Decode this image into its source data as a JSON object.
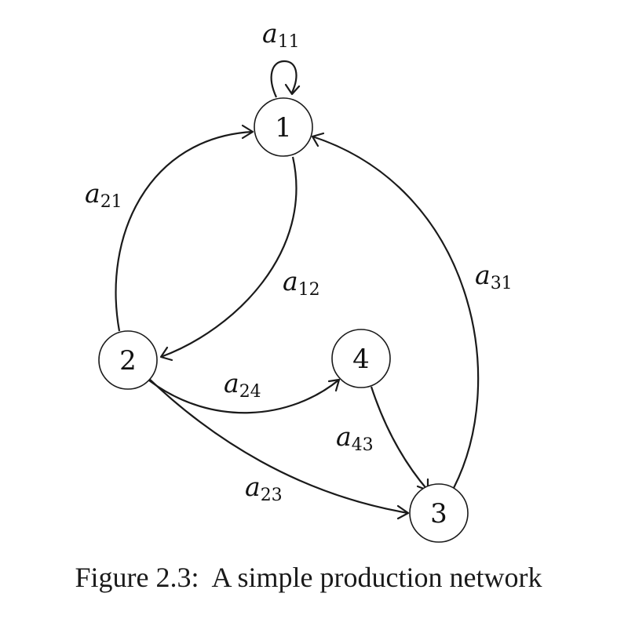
{
  "nodes": {
    "n1": "1",
    "n2": "2",
    "n3": "3",
    "n4": "4"
  },
  "edges": {
    "a11": {
      "main": "a",
      "sub": "11"
    },
    "a21": {
      "main": "a",
      "sub": "21"
    },
    "a12": {
      "main": "a",
      "sub": "12"
    },
    "a31": {
      "main": "a",
      "sub": "31"
    },
    "a24": {
      "main": "a",
      "sub": "24"
    },
    "a43": {
      "main": "a",
      "sub": "43"
    },
    "a23": {
      "main": "a",
      "sub": "23"
    }
  },
  "caption": "Figure 2.3:  A simple production network"
}
